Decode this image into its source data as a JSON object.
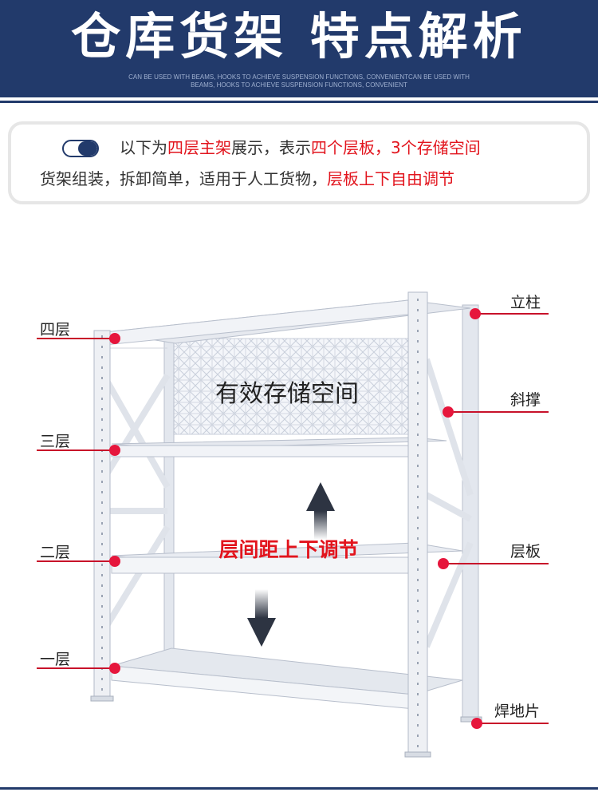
{
  "header": {
    "title": "仓库货架  特点解析",
    "subtitle_line1": "CAN BE USED WITH BEAMS, HOOKS TO ACHIEVE SUSPENSION FUNCTIONS, CONVENIENTCAN BE USED WITH",
    "subtitle_line2": "BEAMS, HOOKS TO ACHIEVE SUSPENSION FUNCTIONS, CONVENIENT"
  },
  "intro": {
    "line1": [
      {
        "text": "以下为",
        "highlight": false
      },
      {
        "text": "四层主架",
        "highlight": true
      },
      {
        "text": "展示，表示",
        "highlight": false
      },
      {
        "text": "四个层板，3个存储空间",
        "highlight": true
      }
    ],
    "line2": [
      {
        "text": "货架组装，拆卸简单，适用于人工货物，",
        "highlight": false
      },
      {
        "text": "层板上下自由调节",
        "highlight": true
      }
    ]
  },
  "diagram": {
    "storage_label": "有效存储空间",
    "adjust_label": "层间距上下调节"
  },
  "labels_left": {
    "level4": "四层",
    "level3": "三层",
    "level2": "二层",
    "level1": "一层"
  },
  "labels_right": {
    "column": "立柱",
    "brace": "斜撑",
    "shelf": "层板",
    "foot": "焊地片"
  },
  "colors": {
    "header_bg": "#223a6b",
    "accent_red": "#e2141d",
    "dot_red": "#e6163c",
    "rack": "#e9ecf2"
  }
}
